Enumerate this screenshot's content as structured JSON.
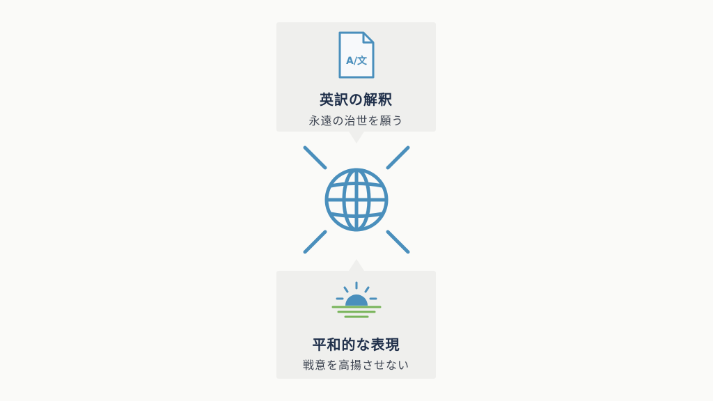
{
  "top_card": {
    "icon": "translate-document-icon",
    "icon_text": "A/文",
    "title": "英訳の解釈",
    "subtitle": "永遠の治世を願う"
  },
  "center": {
    "icon": "globe-icon"
  },
  "bottom_card": {
    "icon": "sunrise-icon",
    "title": "平和的な表現",
    "subtitle": "戦意を高揚させない"
  },
  "colors": {
    "accent_blue": "#4a8fbc",
    "accent_green": "#78b45a",
    "card_bg": "#efefed",
    "title_text": "#1f2f4a"
  }
}
